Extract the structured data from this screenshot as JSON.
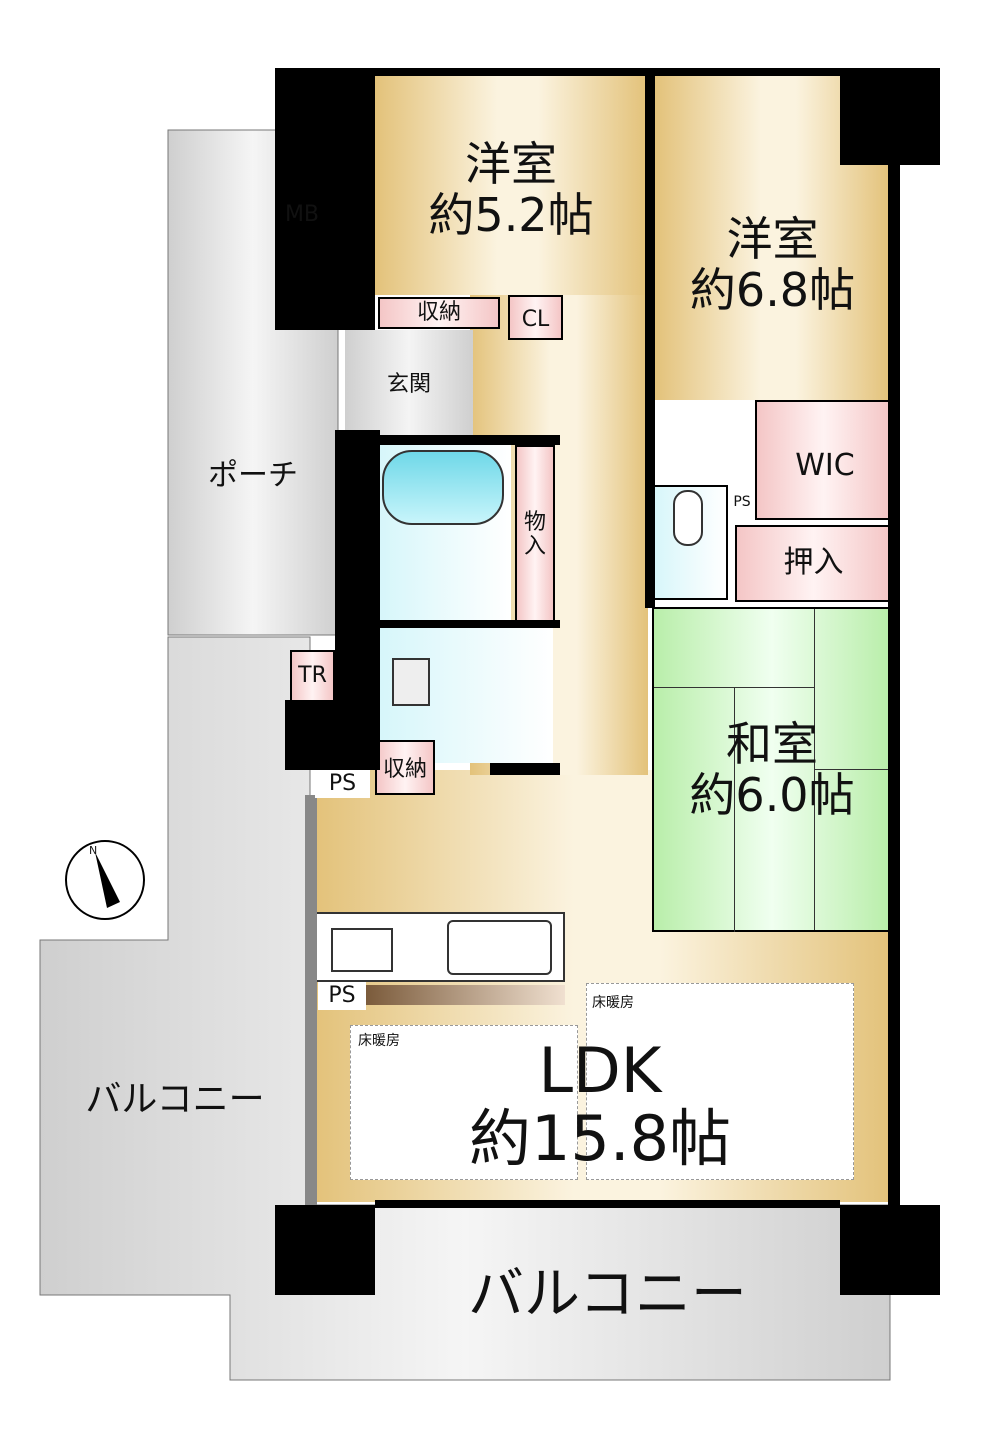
{
  "rooms": {
    "western1": {
      "name": "洋室",
      "size": "約5.2帖"
    },
    "western2": {
      "name": "洋室",
      "size": "約6.8帖"
    },
    "japanese": {
      "name": "和室",
      "size": "約6.0帖"
    },
    "ldk": {
      "name": "LDK",
      "size": "約15.8帖"
    }
  },
  "labels": {
    "mb": "MB",
    "storage1": "収納",
    "cl": "CL",
    "entrance": "玄関",
    "porch": "ポーチ",
    "storeroom": "物入",
    "wic": "WIC",
    "ps1": "PS",
    "oshiire": "押入",
    "tr": "TR",
    "ps2": "PS",
    "storage2": "収納",
    "ps3": "PS",
    "floor_heat1": "床暖房",
    "floor_heat2": "床暖房",
    "balcony_side": "バルコニー",
    "balcony_main": "バルコニー",
    "north": "N"
  },
  "colors": {
    "wall": "#000000",
    "room": "#e3c27a",
    "wet": "#d6f6fa",
    "japanese": "#b9eeaa",
    "storage": "#f4c6c6",
    "outdoor": "#e6e6e6"
  }
}
